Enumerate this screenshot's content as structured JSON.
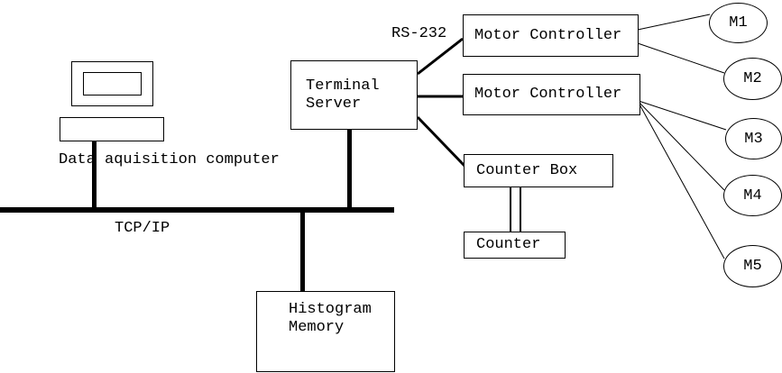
{
  "diagram": {
    "background_color": "#ffffff",
    "line_color": "#000000",
    "nodes": {
      "data_acquisition_computer": {
        "caption": "Data aquisition computer"
      },
      "terminal_server": {
        "lines": [
          "Terminal",
          "Server"
        ]
      },
      "motor_controller_1": {
        "label": "Motor Controller"
      },
      "motor_controller_2": {
        "label": "Motor Controller"
      },
      "counter_box": {
        "label": "Counter Box"
      },
      "counter": {
        "label": "Counter"
      },
      "histogram_memory": {
        "lines": [
          "Histogram",
          "Memory"
        ]
      },
      "motors": [
        {
          "label": "M1"
        },
        {
          "label": "M2"
        },
        {
          "label": "M3"
        },
        {
          "label": "M4"
        },
        {
          "label": "M5"
        }
      ]
    },
    "labels": {
      "bus": "TCP/IP",
      "serial_link": "RS-232"
    },
    "edges": [
      {
        "from": "data-acquisition-computer",
        "to": "tcp-ip-bus",
        "style": "thick"
      },
      {
        "from": "terminal-server",
        "to": "tcp-ip-bus",
        "style": "thick"
      },
      {
        "from": "histogram-memory",
        "to": "tcp-ip-bus",
        "style": "thick"
      },
      {
        "from": "terminal-server",
        "to": "motor-controller-1",
        "style": "medium",
        "label": "RS-232"
      },
      {
        "from": "terminal-server",
        "to": "motor-controller-2",
        "style": "medium"
      },
      {
        "from": "terminal-server",
        "to": "counter-box",
        "style": "medium"
      },
      {
        "from": "counter-box",
        "to": "counter",
        "style": "double"
      },
      {
        "from": "motor-controller-1",
        "to": "M1",
        "style": "thin"
      },
      {
        "from": "motor-controller-1",
        "to": "M2",
        "style": "thin"
      },
      {
        "from": "motor-controller-2",
        "to": "M3",
        "style": "thin"
      },
      {
        "from": "motor-controller-2",
        "to": "M4",
        "style": "thin"
      },
      {
        "from": "motor-controller-2",
        "to": "M5",
        "style": "thin"
      }
    ]
  }
}
